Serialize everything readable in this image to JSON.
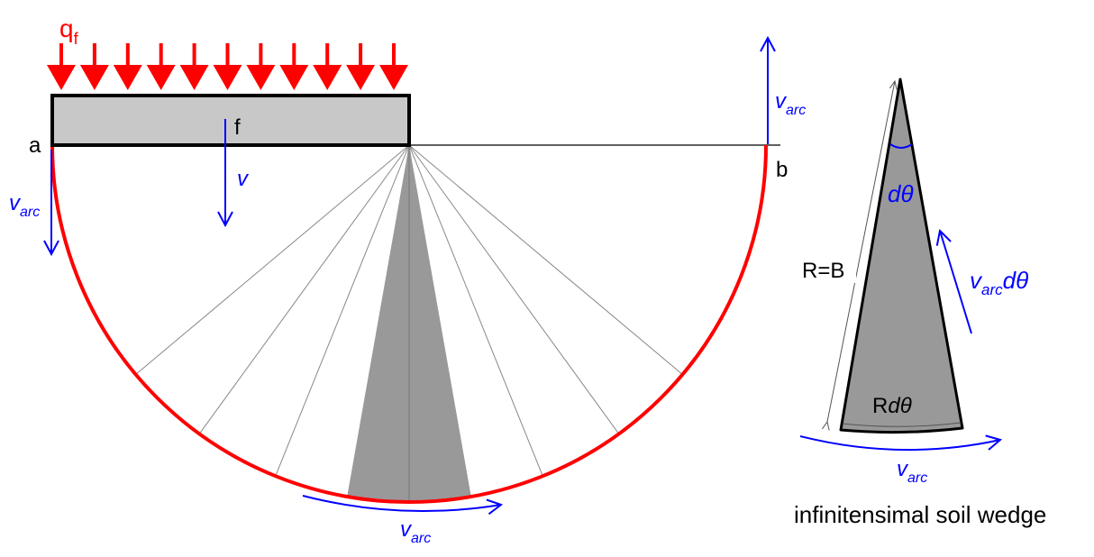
{
  "labels": {
    "qf_main": "q",
    "qf_sub": "f",
    "point_a": "a",
    "point_b": "b",
    "point_f": "f",
    "velocity_v": "v",
    "v_arc_main": "v",
    "v_arc_sub": "arc",
    "radius": "R=B",
    "dtheta": "dθ",
    "arc_length_R": "R",
    "arc_length_dtheta": "dθ",
    "varc_dtheta_suffix": "dθ",
    "wedge_caption": "infinitensimal soil wedge"
  },
  "colors": {
    "load": "#ff0000",
    "velocity": "#0000ff",
    "failure_arc": "#ff0000",
    "footing_fill": "#c8c8c8",
    "wedge_fill": "#999999",
    "outline": "#000000",
    "radial_lines": "#888888"
  }
}
